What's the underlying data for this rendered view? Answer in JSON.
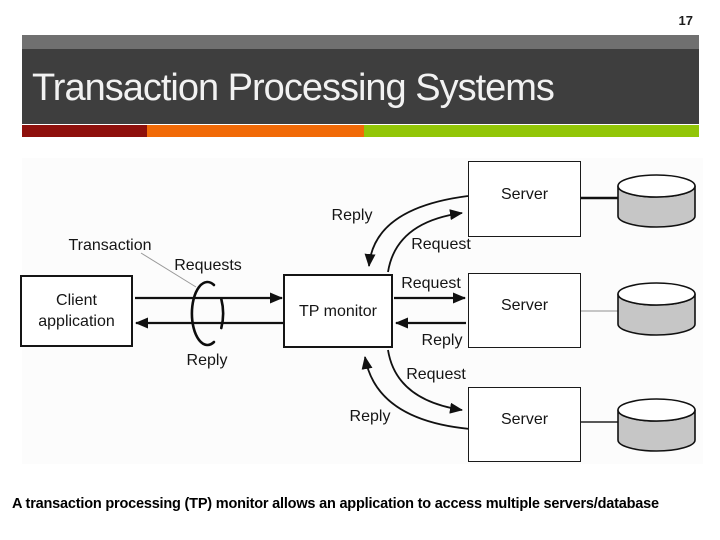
{
  "slide": {
    "page_number": "17",
    "title": "Transaction Processing Systems",
    "caption": "A transaction processing (TP) monitor allows an application to access multiple servers/database",
    "header_bg": "#3e3e3e",
    "strip_bg": "#707070",
    "accent_colors": {
      "red": "#8e100c",
      "orange": "#f16a07",
      "green": "#92c607"
    }
  },
  "diagram": {
    "nodes": {
      "client": {
        "line1": "Client",
        "line2": "application"
      },
      "tp": {
        "label": "TP monitor"
      },
      "servers": [
        "Server",
        "Server",
        "Server"
      ]
    },
    "labels": {
      "transaction": "Transaction",
      "requests": "Requests",
      "reply_client": "Reply",
      "reply_top": "Reply",
      "request_top": "Request",
      "request_mid": "Request",
      "reply_mid": "Reply",
      "request_bot": "Request",
      "reply_bot": "Reply"
    },
    "cylinder_body_fill": "#c6c6c6",
    "cylinder_top_fill": "#ffffff"
  }
}
